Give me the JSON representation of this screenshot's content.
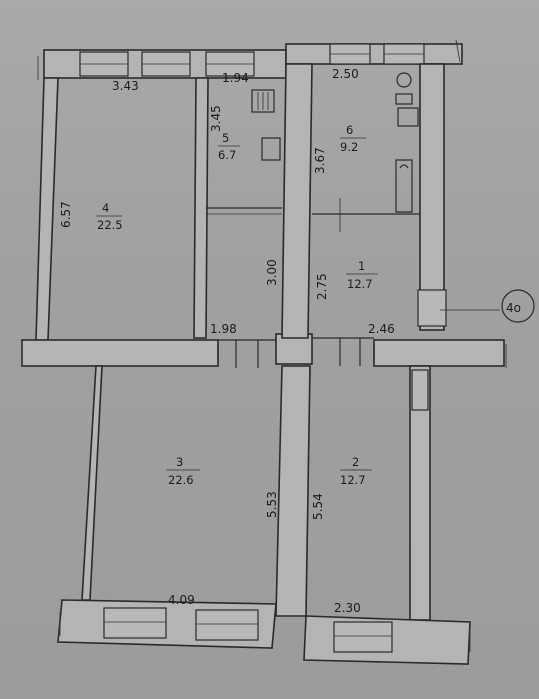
{
  "plan": {
    "rooms": [
      {
        "id": "room-4",
        "number": "4",
        "area": "22.5"
      },
      {
        "id": "room-5",
        "number": "5",
        "area": "6.7"
      },
      {
        "id": "room-6",
        "number": "6",
        "area": "9.2"
      },
      {
        "id": "room-1",
        "number": "1",
        "area": "12.7"
      },
      {
        "id": "room-3",
        "number": "3",
        "area": "22.6"
      },
      {
        "id": "room-2",
        "number": "2",
        "area": "12.7"
      }
    ],
    "dimensions": {
      "d343": "3.43",
      "d194": "1.94",
      "d250": "2.50",
      "d345": "3.45",
      "d367": "3.67",
      "d657": "6.57",
      "d300": "3.00",
      "d275": "2.75",
      "d198": "1.98",
      "d246": "2.46",
      "d553": "5.53",
      "d554": "5.54",
      "d409": "4.09",
      "d230": "2.30"
    },
    "axis_marker": "4o"
  }
}
